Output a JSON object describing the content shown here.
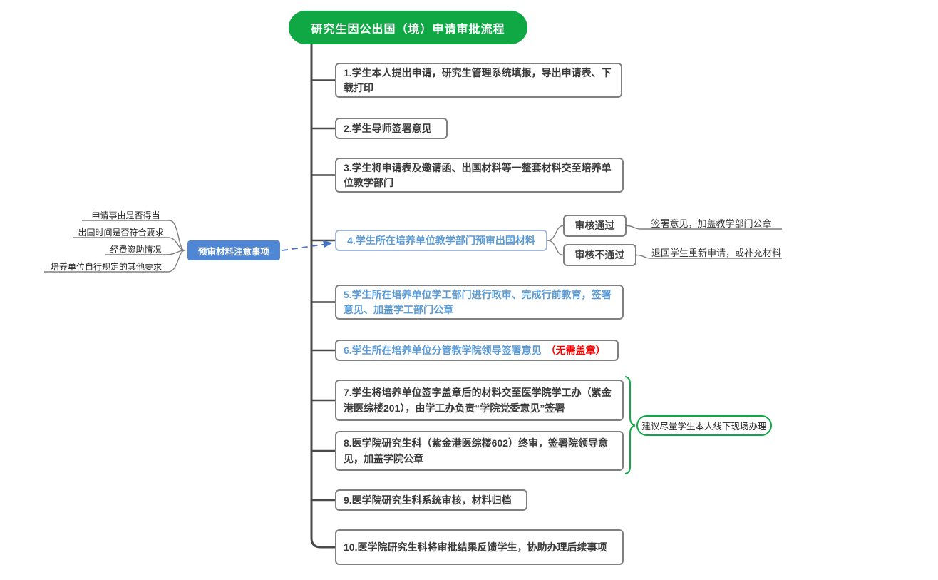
{
  "colors": {
    "green": "#0FA845",
    "callout-blue": "#5087D5",
    "node-blue": "#5B9BD5",
    "arrow-blue": "#4472C4",
    "red": "#FF0000",
    "trunk": "#4A4A4A",
    "box-border": "#808080",
    "focus-border": "#A3B8D8",
    "label-line": "#7F7F7F",
    "text-dark": "#3A3A3A"
  },
  "title": "研究生因公出国（境）申请审批流程",
  "steps": [
    {
      "text": "1.学生本人提出申请，研究生管理系统填报，导出申请表、下载打印"
    },
    {
      "text": "2.学生导师签署意见"
    },
    {
      "text": "3.学生将申请表及邀请函、出国材料等一整套材料交至培养单位教学部门"
    },
    {
      "text": "4.学生所在培养单位教学部门预审出国材料"
    },
    {
      "text": "5.学生所在培养单位学工部门进行政审、完成行前教育，签署意见、加盖学工部门公章"
    },
    {
      "text": "6.学生所在培养单位分管教学院领导签署意见",
      "note": "（无需盖章）"
    },
    {
      "text": "7.学生将培养单位签字盖章后的材料交至医学院学工办（紫金港医综楼201），由学工办负责“学院党委意见”签署"
    },
    {
      "text": "8.医学院研究生科（紫金港医综楼602）终审，签署院领导意见，加盖学院公章"
    },
    {
      "text": "9.医学院研究生科系统审核，材料归档"
    },
    {
      "text": "10.医学院研究生科将审批结果反馈学生，协助办理后续事项"
    }
  ],
  "precheck": {
    "label": "预审材料注意事项",
    "items": [
      "申请事由是否得当",
      "出国时间是否符合要求",
      "经费资助情况",
      "培养单位自行规定的其他要求"
    ]
  },
  "review": {
    "pass": {
      "label": "审核通过",
      "result": "签署意见，加盖教学部门公章"
    },
    "fail": {
      "label": "审核不通过",
      "result": "退回学生重新申请，或补充材料"
    }
  },
  "suggestion": "建议尽量学生本人线下现场办理"
}
